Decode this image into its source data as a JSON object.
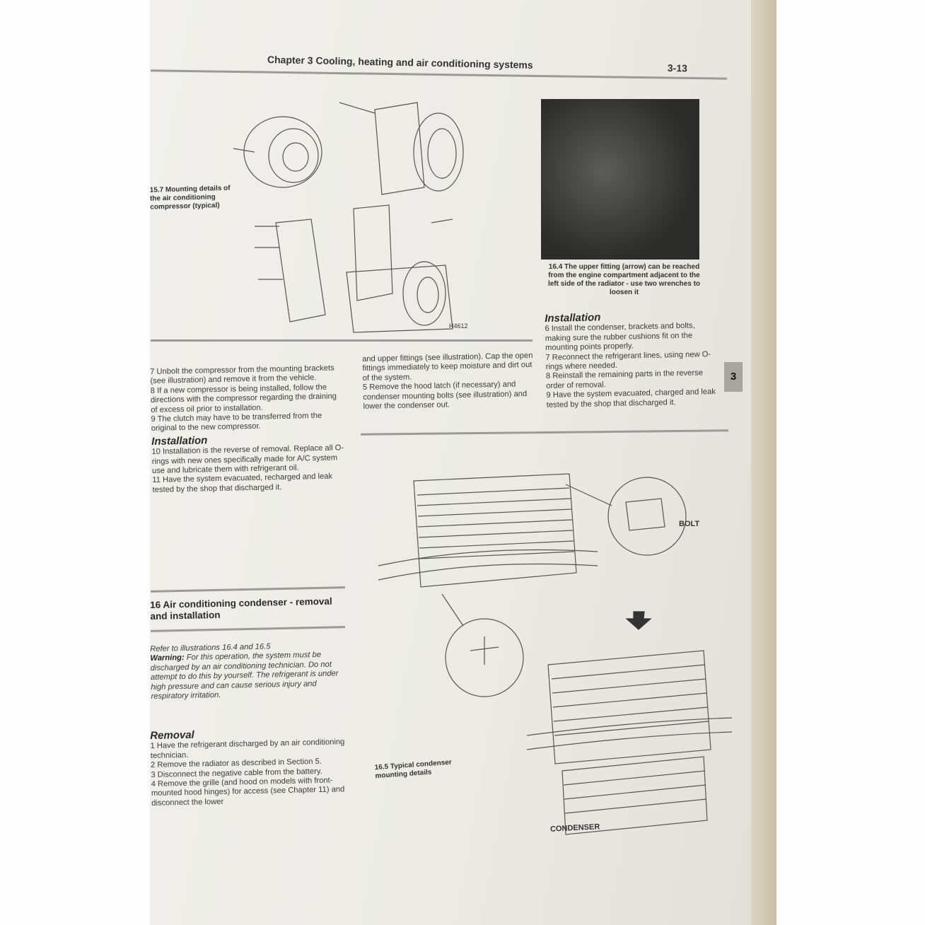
{
  "header": {
    "chapter": "Chapter 3  Cooling, heating and air conditioning systems",
    "page_number": "3-13"
  },
  "tab": {
    "label": "3"
  },
  "figures": {
    "fig_15_7": {
      "caption": "15.7 Mounting details of the air conditioning compressor (typical)",
      "code": "H4612"
    },
    "fig_16_4": {
      "caption": "16.4 The upper fitting (arrow) can be reached from the engine compartment adjacent to the left side of the radiator - use two wrenches to loosen it"
    },
    "fig_16_5": {
      "caption": "16.5 Typical condenser mounting details",
      "label_bolt": "BOLT",
      "label_condenser": "CONDENSER"
    }
  },
  "left_column": {
    "p7": "7   Unbolt the compressor from the mounting brackets (see illustration) and remove it from the vehicle.",
    "p8": "8   If a new compressor is being installed, follow the directions with the compressor regarding the draining of excess oil prior to installation.",
    "p9": "9   The clutch may have to be transferred from the original to the new compressor.",
    "installation_heading": "Installation",
    "p10": "10  Installation is the reverse of removal. Replace all O-rings with new ones specifically made for A/C system use and lubricate them with refrigerant oil.",
    "p11": "11  Have the system evacuated, recharged and leak tested by the shop that discharged it.",
    "section_title": "16  Air conditioning condenser - removal and installation",
    "refer": "Refer to illustrations 16.4 and 16.5",
    "warning_label": "Warning:",
    "warning": "For this operation, the system must be discharged by an air conditioning technician. Do not attempt to do this by yourself. The refrigerant is under high pressure and can cause serious injury and respiratory irritation.",
    "removal_heading": "Removal",
    "r1": "1   Have the refrigerant discharged by an air conditioning technician.",
    "r2": "2   Remove the radiator as described in Section 5.",
    "r3": "3   Disconnect the negative cable from the battery.",
    "r4": "4   Remove the grille (and hood on models with front-mounted hood hinges) for access (see Chapter 11) and disconnect the lower"
  },
  "middle_column": {
    "c1": "and upper fittings (see illustration). Cap the open fittings immediately to keep moisture and dirt out of the system.",
    "p5": "5   Remove the hood latch (if necessary) and condenser mounting bolts (see illustration) and lower the condenser out."
  },
  "right_column": {
    "installation_heading": "Installation",
    "p6": "6   Install the condenser, brackets and bolts, making sure the rubber cushions fit on the mounting points properly.",
    "p7": "7   Reconnect the refrigerant lines, using new O-rings where needed.",
    "p8": "8   Reinstall the remaining parts in the reverse order of removal.",
    "p9": "9   Have the system evacuated, charged and leak tested by the shop that discharged it."
  }
}
